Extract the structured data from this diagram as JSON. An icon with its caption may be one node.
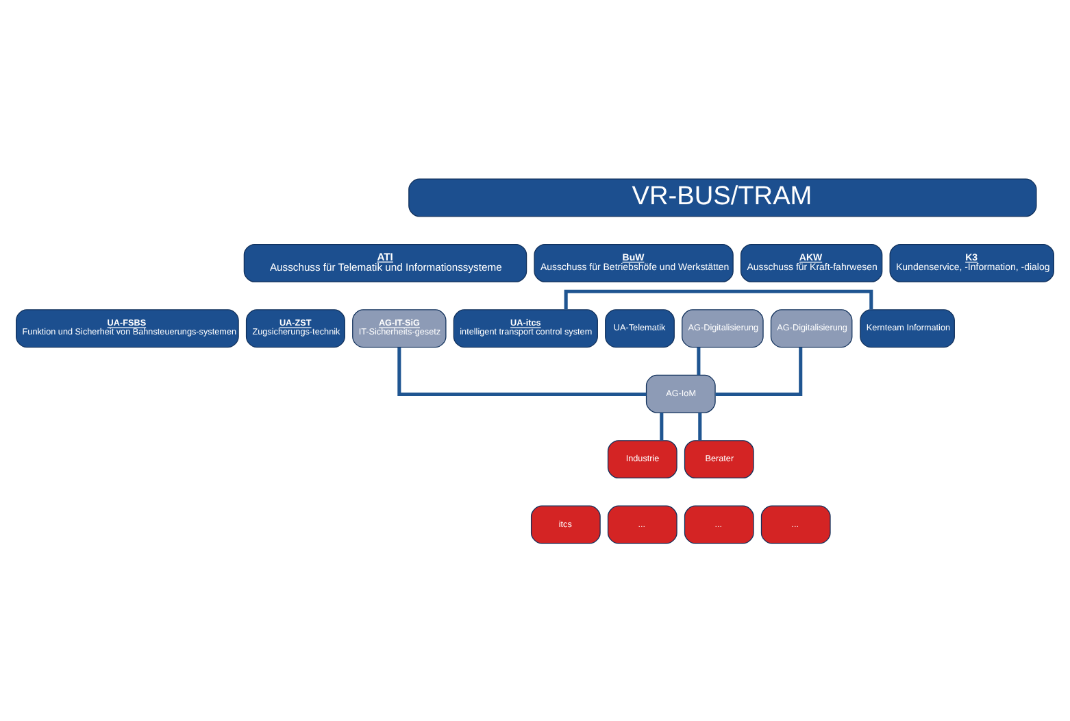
{
  "diagram": {
    "nodes": [
      {
        "text": [
          "VR-BUS/TRAM"
        ]
      },
      {
        "text": [
          "ATI",
          "Ausschuss für Telematik und Informationssysteme"
        ]
      },
      {
        "text": [
          "BuW",
          "Ausschuss für Betriebshöfe und Werkstätten"
        ]
      },
      {
        "text": [
          "AKW",
          "Ausschuss für Kraft-fahrwesen"
        ]
      },
      {
        "text": [
          "K3",
          "Kundenservice, -Information, -dialog"
        ]
      },
      {
        "text": [
          "UA-FSBS",
          "Funktion und Sicherheit von Bahnsteuerungs-systemen"
        ]
      },
      {
        "text": [
          "UA-ZST",
          "Zugsicherungs-technik"
        ]
      },
      {
        "text": [
          "AG-IT-SiG",
          "IT-Sicherheits-gesetz"
        ]
      },
      {
        "text": [
          "UA-itcs",
          "intelligent transport control system"
        ]
      },
      {
        "text": [
          "UA-Telematik"
        ]
      },
      {
        "text": [
          "AG-Digitalisierung"
        ]
      },
      {
        "text": [
          "AG-Digitalisierung"
        ]
      },
      {
        "text": [
          "Kernteam Information"
        ]
      },
      {
        "text": [
          "AG-IoM"
        ]
      },
      {
        "text": [
          "Industrie"
        ]
      },
      {
        "text": [
          "Berater"
        ]
      },
      {
        "text": [
          "itcs"
        ]
      },
      {
        "text": [
          "..."
        ]
      },
      {
        "text": [
          "..."
        ]
      },
      {
        "text": [
          "..."
        ]
      }
    ],
    "edges": [
      {
        "from": 7,
        "to": 13,
        "arrow": "none"
      },
      {
        "from": 10,
        "to": 13,
        "arrow": "none"
      },
      {
        "from": 11,
        "to": 13,
        "arrow": "none"
      },
      {
        "from": 8,
        "to": 12,
        "arrow": "none"
      },
      {
        "from": 13,
        "to": 14,
        "arrow": "none"
      },
      {
        "from": 13,
        "to": 15,
        "arrow": "none"
      }
    ]
  }
}
